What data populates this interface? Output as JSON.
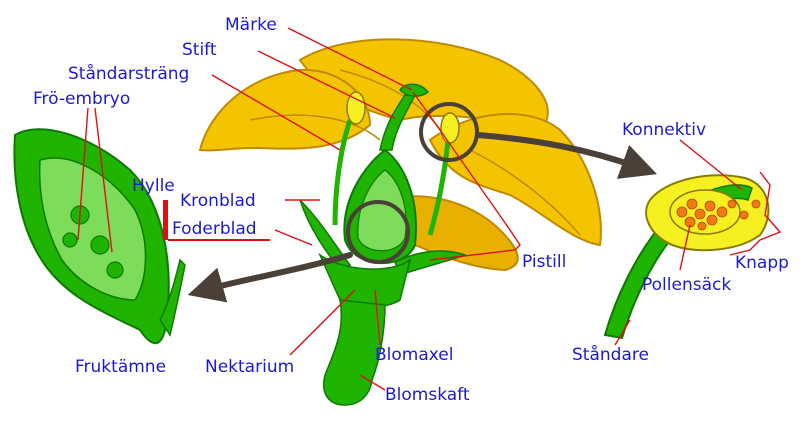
{
  "labels": {
    "marke": "Märke",
    "stift": "Stift",
    "standarstrang": "Ståndarsträng",
    "fro_embryo": "Frö-embryo",
    "hylle": "Hylle",
    "kronblad": "Kronblad",
    "foderblad": "Foderblad",
    "pistill": "Pistill",
    "konnektiv": "Konnektiv",
    "knapp": "Knapp",
    "pollensack": "Pollensäck",
    "standare": "Ståndare",
    "fruktamne": "Fruktämne",
    "nektarium": "Nektarium",
    "blomaxel": "Blomaxel",
    "blomskaft": "Blomskaft"
  },
  "colors": {
    "petal": "#f5c400",
    "petal_dark": "#e0a000",
    "stem": "#1eb400",
    "stem_dark": "#0f7a00",
    "ovary_light": "#7ddc5a",
    "anther": "#f7f020",
    "pollen": "#f07a10",
    "leader": "#e01010",
    "text": "#1a1ad6",
    "arrow": "#4a4038"
  }
}
